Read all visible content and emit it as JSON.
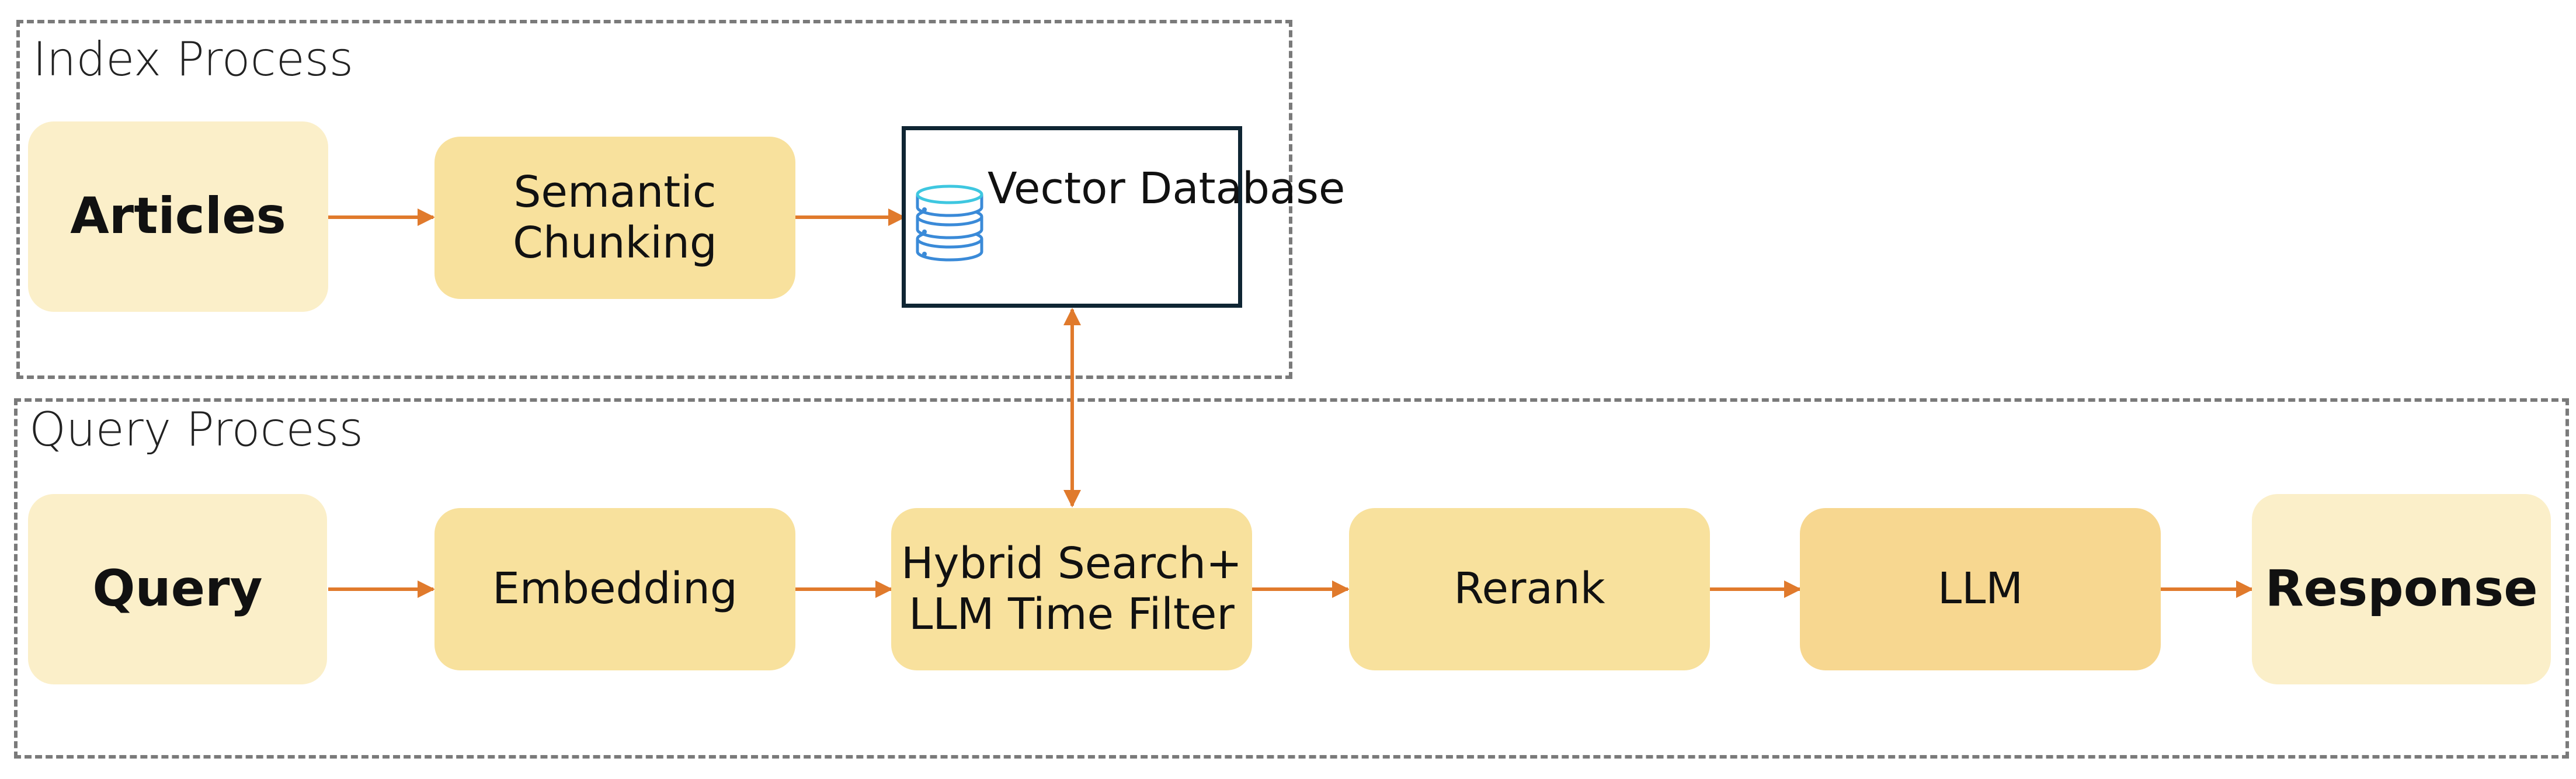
{
  "index_group": {
    "label": "Index Process"
  },
  "query_group": {
    "label": "Query Process"
  },
  "nodes": {
    "articles": "Articles",
    "semantic_chunking": [
      "Semantic",
      "Chunking"
    ],
    "vector_database": [
      "Vector",
      "Database"
    ],
    "query": "Query",
    "embedding": "Embedding",
    "hybrid_search": [
      "Hybrid Search+",
      "LLM Time Filter"
    ],
    "rerank": "Rerank",
    "llm": "LLM",
    "response": "Response"
  },
  "icons": {
    "database": "database-icon"
  },
  "colors": {
    "arrow": "#e07a2c",
    "node_pale": "#fbefc9",
    "node_mid": "#f8e19d",
    "node_deep": "#f7d790",
    "db_border": "#0f2533",
    "db_icon": "#3a8ad8",
    "group_border": "#7a7a7a"
  }
}
